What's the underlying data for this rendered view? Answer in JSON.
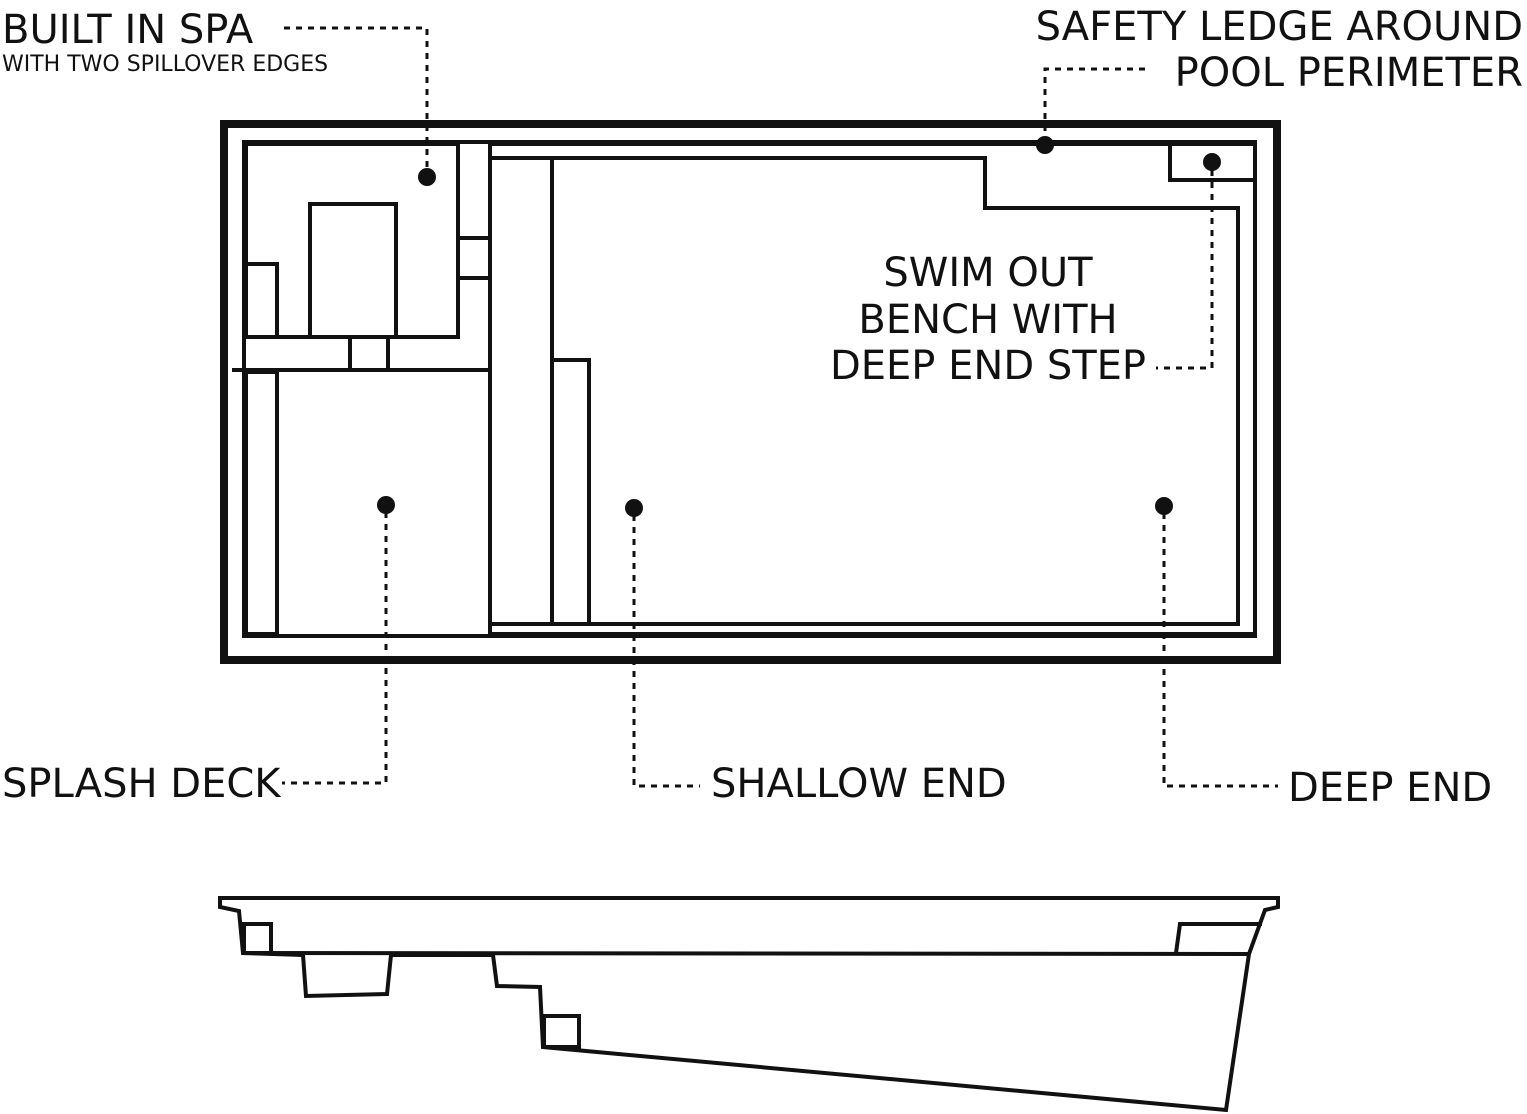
{
  "labels": {
    "spa_title": "BUILT IN SPA",
    "spa_subtitle": "WITH TWO SPILLOVER EDGES",
    "safety_line1": "SAFETY LEDGE AROUND",
    "safety_line2": "POOL PERIMETER",
    "swim_line1": "SWIM OUT",
    "swim_line2": "BENCH WITH",
    "swim_line3": "DEEP END STEP",
    "splash_deck": "SPLASH DECK",
    "shallow_end": "SHALLOW END",
    "deep_end": "DEEP END"
  },
  "colors": {
    "line": "#111111",
    "background": "#ffffff"
  }
}
